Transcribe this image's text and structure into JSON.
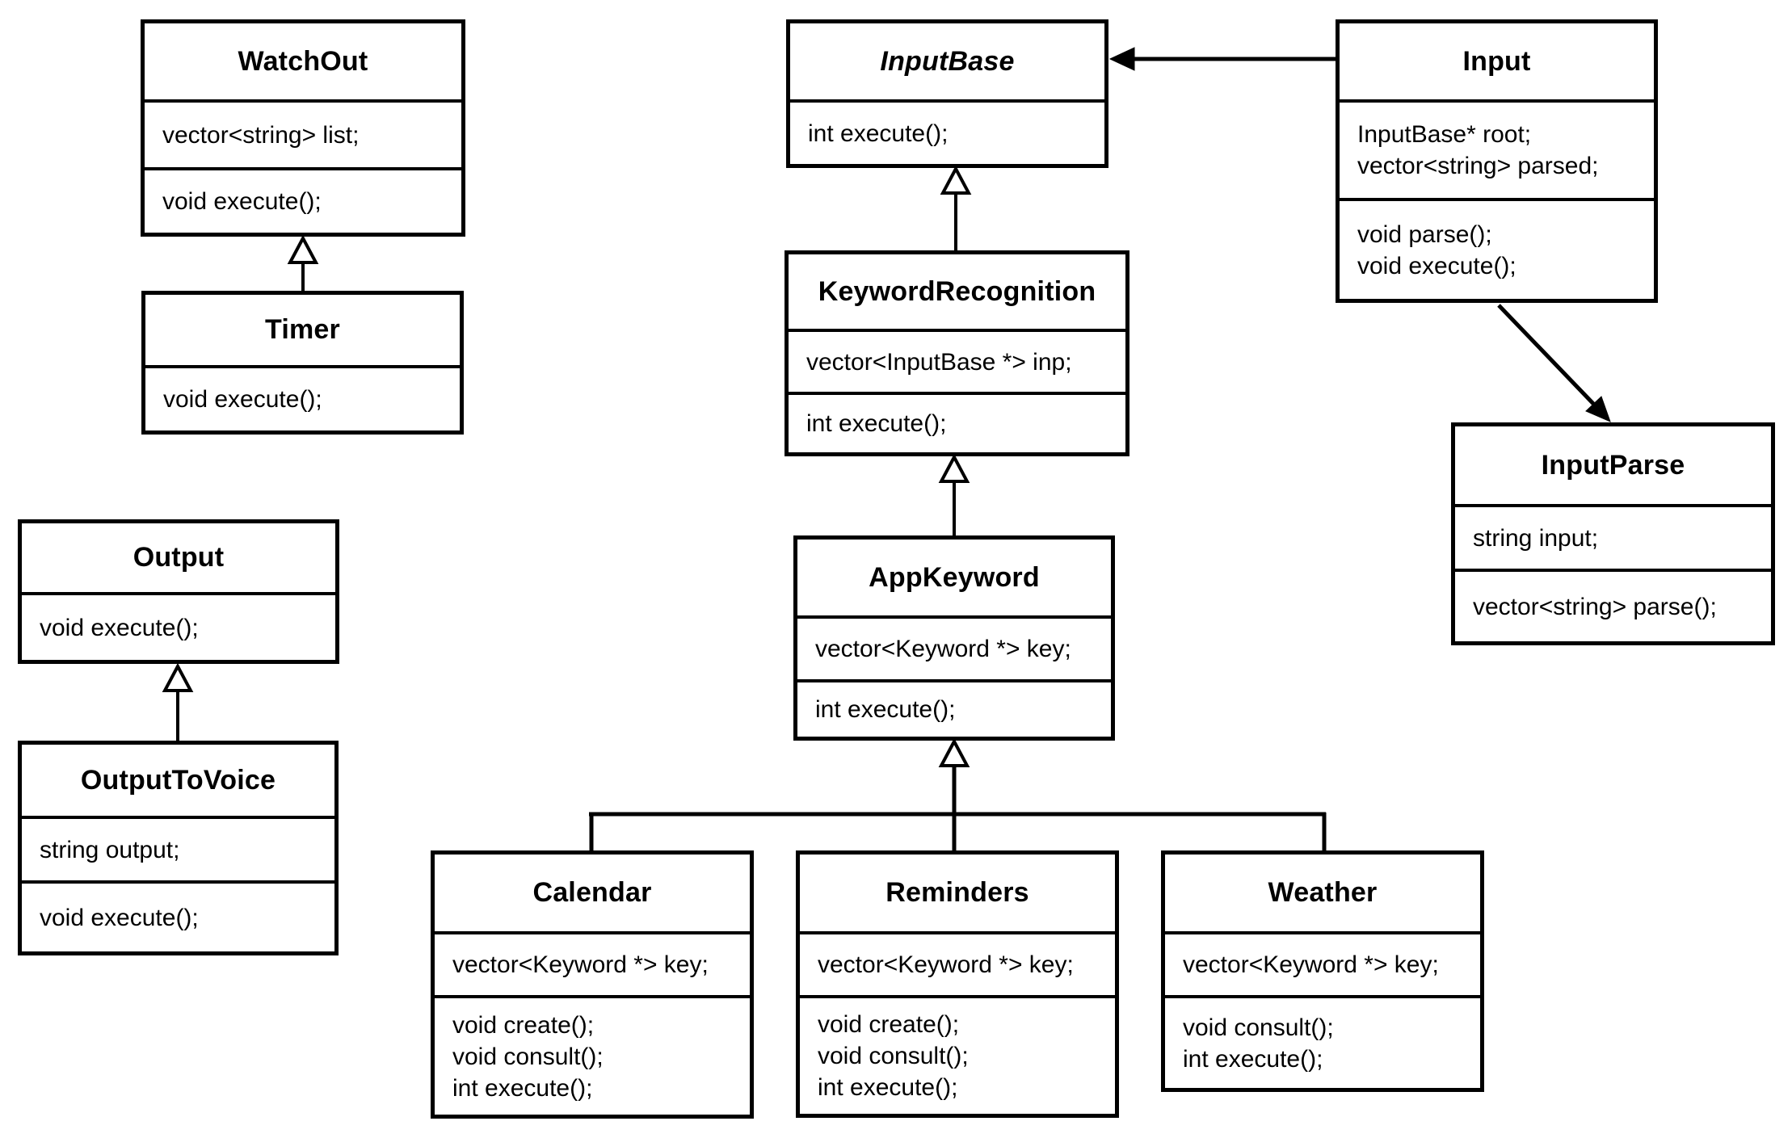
{
  "diagram": {
    "type": "uml-class-diagram",
    "colors": {
      "stroke": "#000000",
      "fill": "#ffffff",
      "text": "#000000",
      "background": "#ffffff"
    },
    "classes": [
      {
        "name": "WatchOut",
        "abstract": false,
        "attributes": [
          "vector<string> list;"
        ],
        "methods": [
          "void execute();"
        ]
      },
      {
        "name": "Timer",
        "abstract": false,
        "attributes": [],
        "methods": [
          "void execute();"
        ]
      },
      {
        "name": "Output",
        "abstract": false,
        "attributes": [],
        "methods": [
          "void execute();"
        ]
      },
      {
        "name": "OutputToVoice",
        "abstract": false,
        "attributes": [
          "string output;"
        ],
        "methods": [
          "void execute();"
        ]
      },
      {
        "name": "InputBase",
        "abstract": true,
        "attributes": [],
        "methods": [
          "int execute();"
        ]
      },
      {
        "name": "KeywordRecognition",
        "abstract": false,
        "attributes": [
          "vector<InputBase *> inp;"
        ],
        "methods": [
          "int execute();"
        ]
      },
      {
        "name": "AppKeyword",
        "abstract": false,
        "attributes": [
          "vector<Keyword *> key;"
        ],
        "methods": [
          "int execute();"
        ]
      },
      {
        "name": "Input",
        "abstract": false,
        "attributes": [
          "InputBase* root;",
          "vector<string> parsed;"
        ],
        "methods": [
          "void parse();",
          "void execute();"
        ]
      },
      {
        "name": "InputParse",
        "abstract": false,
        "attributes": [
          "string input;"
        ],
        "methods": [
          "vector<string> parse();"
        ]
      },
      {
        "name": "Calendar",
        "abstract": false,
        "attributes": [
          "vector<Keyword *> key;"
        ],
        "methods": [
          "void create();",
          "void consult();",
          "int execute();"
        ]
      },
      {
        "name": "Reminders",
        "abstract": false,
        "attributes": [
          "vector<Keyword *> key;"
        ],
        "methods": [
          "void create();",
          "void consult();",
          "int execute();"
        ]
      },
      {
        "name": "Weather",
        "abstract": false,
        "attributes": [
          "vector<Keyword *> key;"
        ],
        "methods": [
          "void consult();",
          "int execute();"
        ]
      }
    ],
    "relations": [
      {
        "type": "inheritance",
        "from": "Timer",
        "to": "WatchOut"
      },
      {
        "type": "inheritance",
        "from": "OutputToVoice",
        "to": "Output"
      },
      {
        "type": "inheritance",
        "from": "KeywordRecognition",
        "to": "InputBase"
      },
      {
        "type": "inheritance",
        "from": "AppKeyword",
        "to": "KeywordRecognition"
      },
      {
        "type": "inheritance",
        "from": "Calendar",
        "to": "AppKeyword"
      },
      {
        "type": "inheritance",
        "from": "Reminders",
        "to": "AppKeyword"
      },
      {
        "type": "inheritance",
        "from": "Weather",
        "to": "AppKeyword"
      },
      {
        "type": "association",
        "from": "Input",
        "to": "InputBase"
      },
      {
        "type": "association",
        "from": "Input",
        "to": "InputParse"
      }
    ]
  }
}
